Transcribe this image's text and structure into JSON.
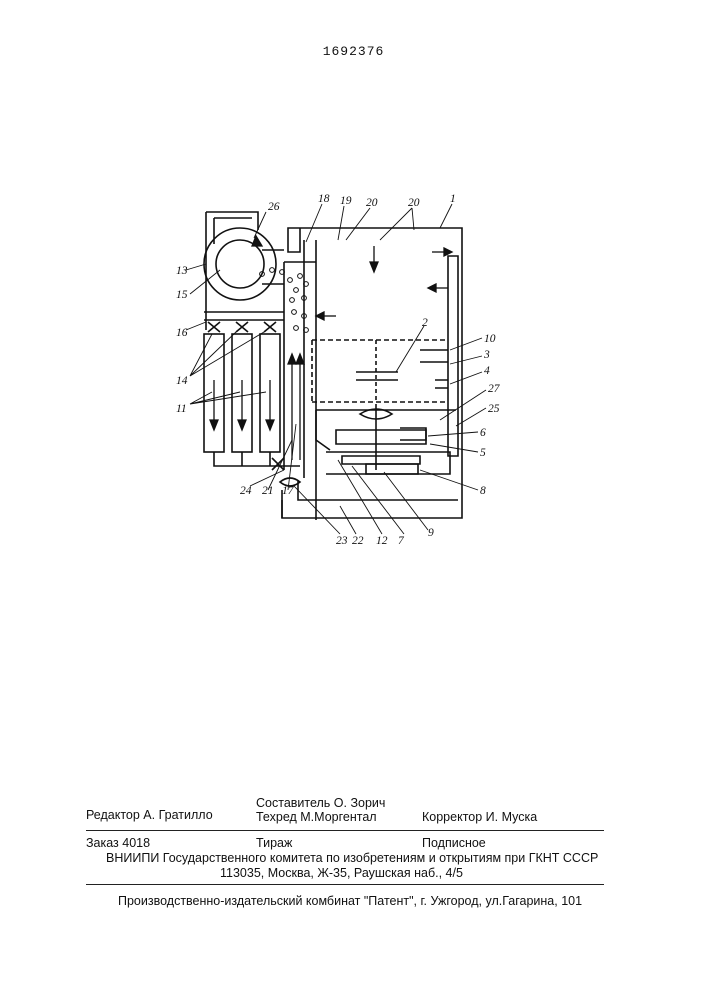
{
  "header": {
    "patent_number": "1692376"
  },
  "figure": {
    "labels": [
      "26",
      "18",
      "19",
      "20",
      "20",
      "1",
      "13",
      "15",
      "16",
      "14",
      "11",
      "2",
      "10",
      "3",
      "4",
      "27",
      "25",
      "6",
      "5",
      "8",
      "24",
      "21",
      "17",
      "23",
      "22",
      "12",
      "7",
      "9"
    ]
  },
  "imprint": {
    "editor": "Редактор  А. Гратилло",
    "compiler": "Составитель  О. Зорич",
    "tech_editor": "Техред М.Моргентал",
    "corrector": "Корректор  И. Муска",
    "order": "Заказ  4018",
    "circulation": "Тираж",
    "subscription": "Подписное",
    "institute": "ВНИИПИ Государственного комитета по изобретениям и открытиям при ГКНТ СССР",
    "address": "113035, Москва, Ж-35, Раушская наб., 4/5",
    "publisher": "Производственно-издательский комбинат \"Патент\", г. Ужгород, ул.Гагарина, 101"
  }
}
